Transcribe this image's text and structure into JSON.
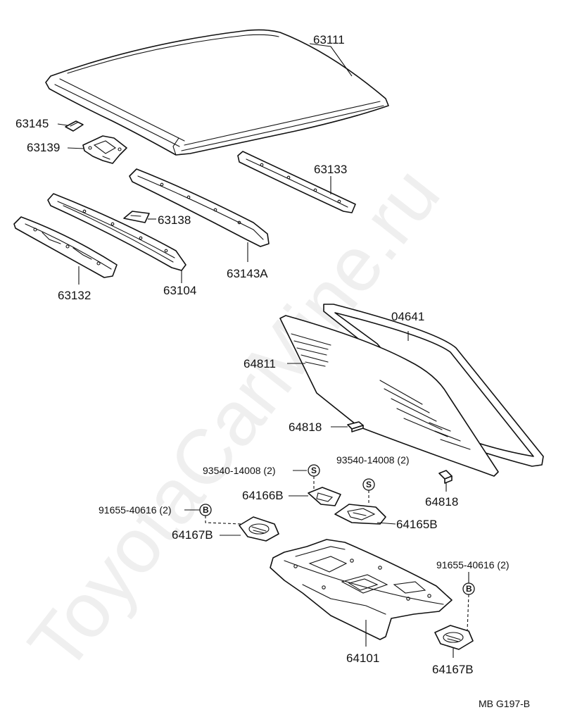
{
  "watermark": "ToyotaCarMine.ru",
  "parts": {
    "roof_panel": "63111",
    "roof_bracket_small": "63145",
    "roof_bracket": "63139",
    "roof_bow_rear": "63133",
    "roof_pad": "63138",
    "roof_bow_center": "63143A",
    "roof_bow_front_inner": "63104",
    "roof_bow_front": "63132",
    "weatherstrip": "04641",
    "back_glass": "64811",
    "spacer_left": "64818",
    "spacer_right": "64818",
    "screw_left": "93540-14008 (2)",
    "screw_right": "93540-14008 (2)",
    "plate_left": "64166B",
    "plate_right": "64165B",
    "plug_left": "91655-40616 (2)",
    "plug_right": "91655-40616 (2)",
    "cover_left": "64167B",
    "cover_right": "64167B",
    "package_tray": "64101"
  },
  "symbols": {
    "screw": "S",
    "plug": "B"
  },
  "footer_code": "MB  G197-B"
}
